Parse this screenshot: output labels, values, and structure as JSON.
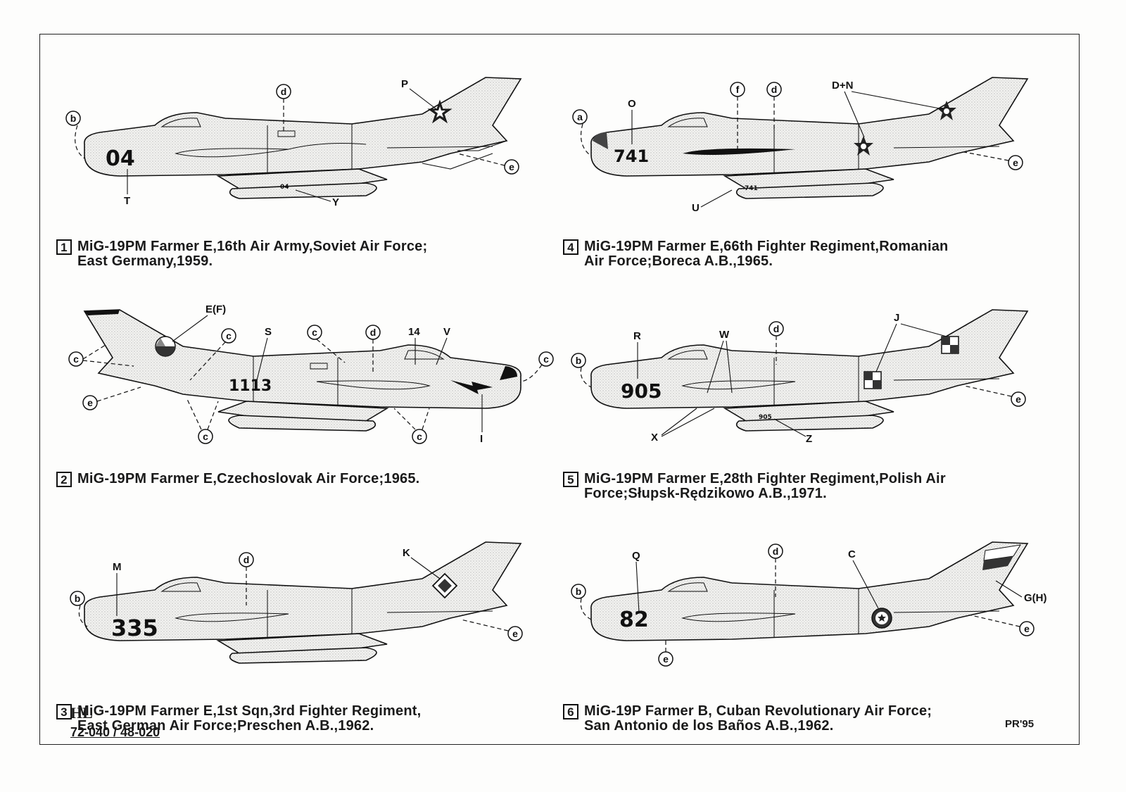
{
  "sheet": {
    "publisher_mark": "HL",
    "catalog_numbers": "72-040 / 48-020",
    "artist_signature": "PR'95"
  },
  "profiles": [
    {
      "number": "1",
      "caption_line1": "MiG-19PM Farmer E,16th Air Army,Soviet Air Force;",
      "caption_line2": "East Germany,1959.",
      "aircraft_code": "04",
      "tank_code": "04",
      "circled_labels": [
        "b",
        "d",
        "e"
      ],
      "letter_labels": [
        "P",
        "T",
        "Y"
      ],
      "insignia": "red-star"
    },
    {
      "number": "2",
      "caption_line1": "MiG-19PM Farmer E,Czechoslovak Air Force;1965.",
      "caption_line2": "",
      "aircraft_code": "1113",
      "tank_code": "",
      "circled_labels": [
        "c",
        "c",
        "c",
        "d",
        "c",
        "e",
        "c",
        "c"
      ],
      "letter_labels": [
        "E(F)",
        "S",
        "14",
        "V",
        "I"
      ],
      "insignia": "czech-roundel"
    },
    {
      "number": "3",
      "caption_line1": "MiG-19PM Farmer E,1st Sqn,3rd Fighter Regiment,",
      "caption_line2": "East German Air Force;Preschen A.B.,1962.",
      "aircraft_code": "335",
      "tank_code": "",
      "circled_labels": [
        "b",
        "d",
        "e"
      ],
      "letter_labels": [
        "M",
        "K"
      ],
      "insignia": "east-german-emblem"
    },
    {
      "number": "4",
      "caption_line1": "MiG-19PM Farmer E,66th Fighter Regiment,Romanian",
      "caption_line2": "Air Force;Boreca A.B.,1965.",
      "aircraft_code": "741",
      "tank_code": "741",
      "circled_labels": [
        "a",
        "f",
        "d",
        "e"
      ],
      "letter_labels": [
        "O",
        "D+N",
        "U"
      ],
      "insignia": "red-star"
    },
    {
      "number": "5",
      "caption_line1": "MiG-19PM Farmer E,28th Fighter Regiment,Polish Air",
      "caption_line2": "Force;Słupsk-Rędzikowo A.B.,1971.",
      "aircraft_code": "905",
      "tank_code": "905",
      "circled_labels": [
        "b",
        "d",
        "e"
      ],
      "letter_labels": [
        "R",
        "W",
        "J",
        "X",
        "Z"
      ],
      "insignia": "polish-checkerboard"
    },
    {
      "number": "6",
      "caption_line1": "MiG-19P Farmer B, Cuban Revolutionary Air Force;",
      "caption_line2": "San Antonio de los Baños A.B.,1962.",
      "aircraft_code": "82",
      "tank_code": "",
      "circled_labels": [
        "b",
        "d",
        "e",
        "e"
      ],
      "letter_labels": [
        "Q",
        "C",
        "G(H)"
      ],
      "insignia": "cuban-roundel"
    }
  ]
}
